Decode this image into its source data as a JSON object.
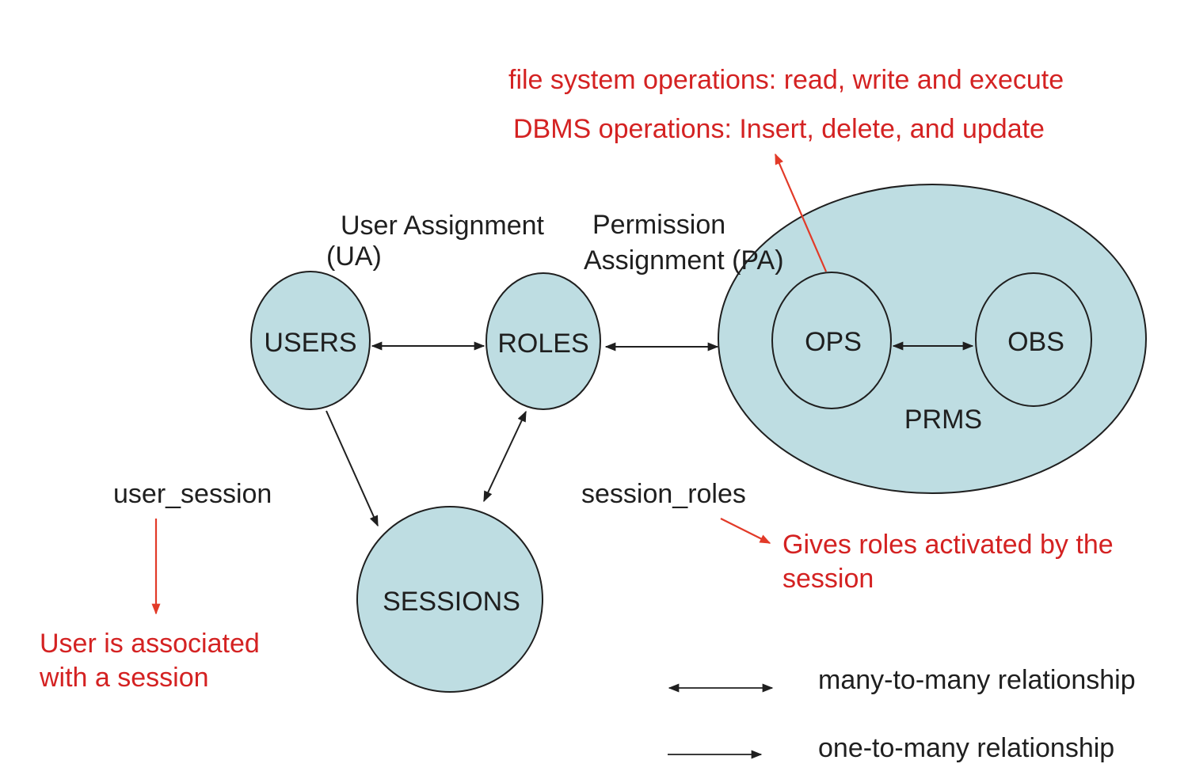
{
  "diagram": {
    "nodes": {
      "users": "USERS",
      "roles": "ROLES",
      "sessions": "SESSIONS",
      "ops": "OPS",
      "obs": "OBS",
      "prms": "PRMS"
    },
    "edge_labels": {
      "user_assignment": "User Assignment",
      "user_assignment_abbr": "(UA)",
      "permission_assignment": "Permission",
      "permission_assignment_abbr": "Assignment (PA)",
      "user_session": "user_session",
      "session_roles": "session_roles"
    },
    "annotations": {
      "ops_note_line1": "file system operations: read, write and execute",
      "ops_note_line2": "DBMS operations: Insert, delete, and update",
      "user_session_note_line1": "User is associated",
      "user_session_note_line2": "with a session",
      "session_roles_note_line1": "Gives roles activated by the",
      "session_roles_note_line2": "session"
    },
    "legend": {
      "many_to_many": "many-to-many relationship",
      "one_to_many": "one-to-many relationship"
    },
    "colors": {
      "node_fill": "#bedde2",
      "node_stroke": "#1f1f1f",
      "text_black": "#1f1f1f",
      "annotation_red": "#d42222",
      "arrow_red": "#e23a28"
    }
  }
}
